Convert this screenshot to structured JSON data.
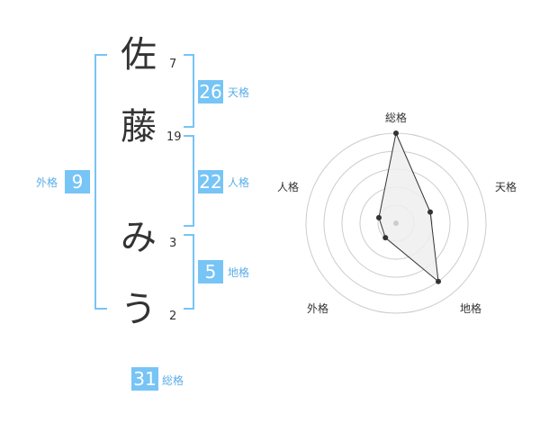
{
  "name": {
    "chars": [
      {
        "char": "佐",
        "strokes": "7"
      },
      {
        "char": "藤",
        "strokes": "19"
      },
      {
        "char": "み",
        "strokes": "3"
      },
      {
        "char": "う",
        "strokes": "2"
      }
    ]
  },
  "kaku": {
    "tenkaku": {
      "label": "天格",
      "value": "26"
    },
    "jinkaku": {
      "label": "人格",
      "value": "22"
    },
    "chikaku": {
      "label": "地格",
      "value": "5"
    },
    "gaikaku": {
      "label": "外格",
      "value": "9"
    },
    "soukaku": {
      "label": "総格",
      "value": "31"
    }
  },
  "colors": {
    "accent": "#77c4f6",
    "accent_text": "#5aaee8",
    "text": "#333333"
  },
  "chart_data": {
    "type": "radar",
    "axes": [
      "総格",
      "天格",
      "地格",
      "外格",
      "人格"
    ],
    "values": [
      5,
      2,
      4,
      1,
      1
    ],
    "rmax": 5,
    "grid": true,
    "rings": 5
  }
}
